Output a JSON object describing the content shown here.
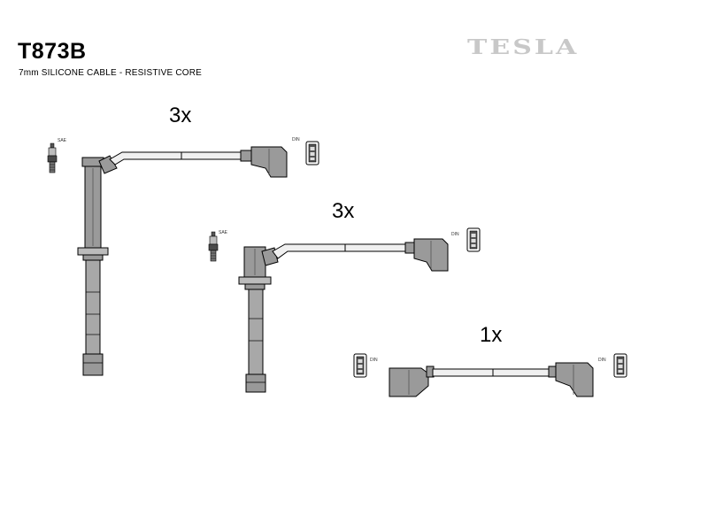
{
  "header": {
    "part_number": "T873B",
    "description": "7mm SILICONE CABLE - RESISTIVE CORE",
    "brand": "TESLA"
  },
  "sets": [
    {
      "quantity": "3x"
    },
    {
      "quantity": "3x"
    },
    {
      "quantity": "1x"
    }
  ],
  "labels": {
    "sae": "SAE",
    "din": "DIN"
  },
  "colors": {
    "cable_fill": "#f0f0f0",
    "connector_fill": "#8c8c8c",
    "outline": "#000000",
    "brand_color": "#c8c8c8"
  }
}
